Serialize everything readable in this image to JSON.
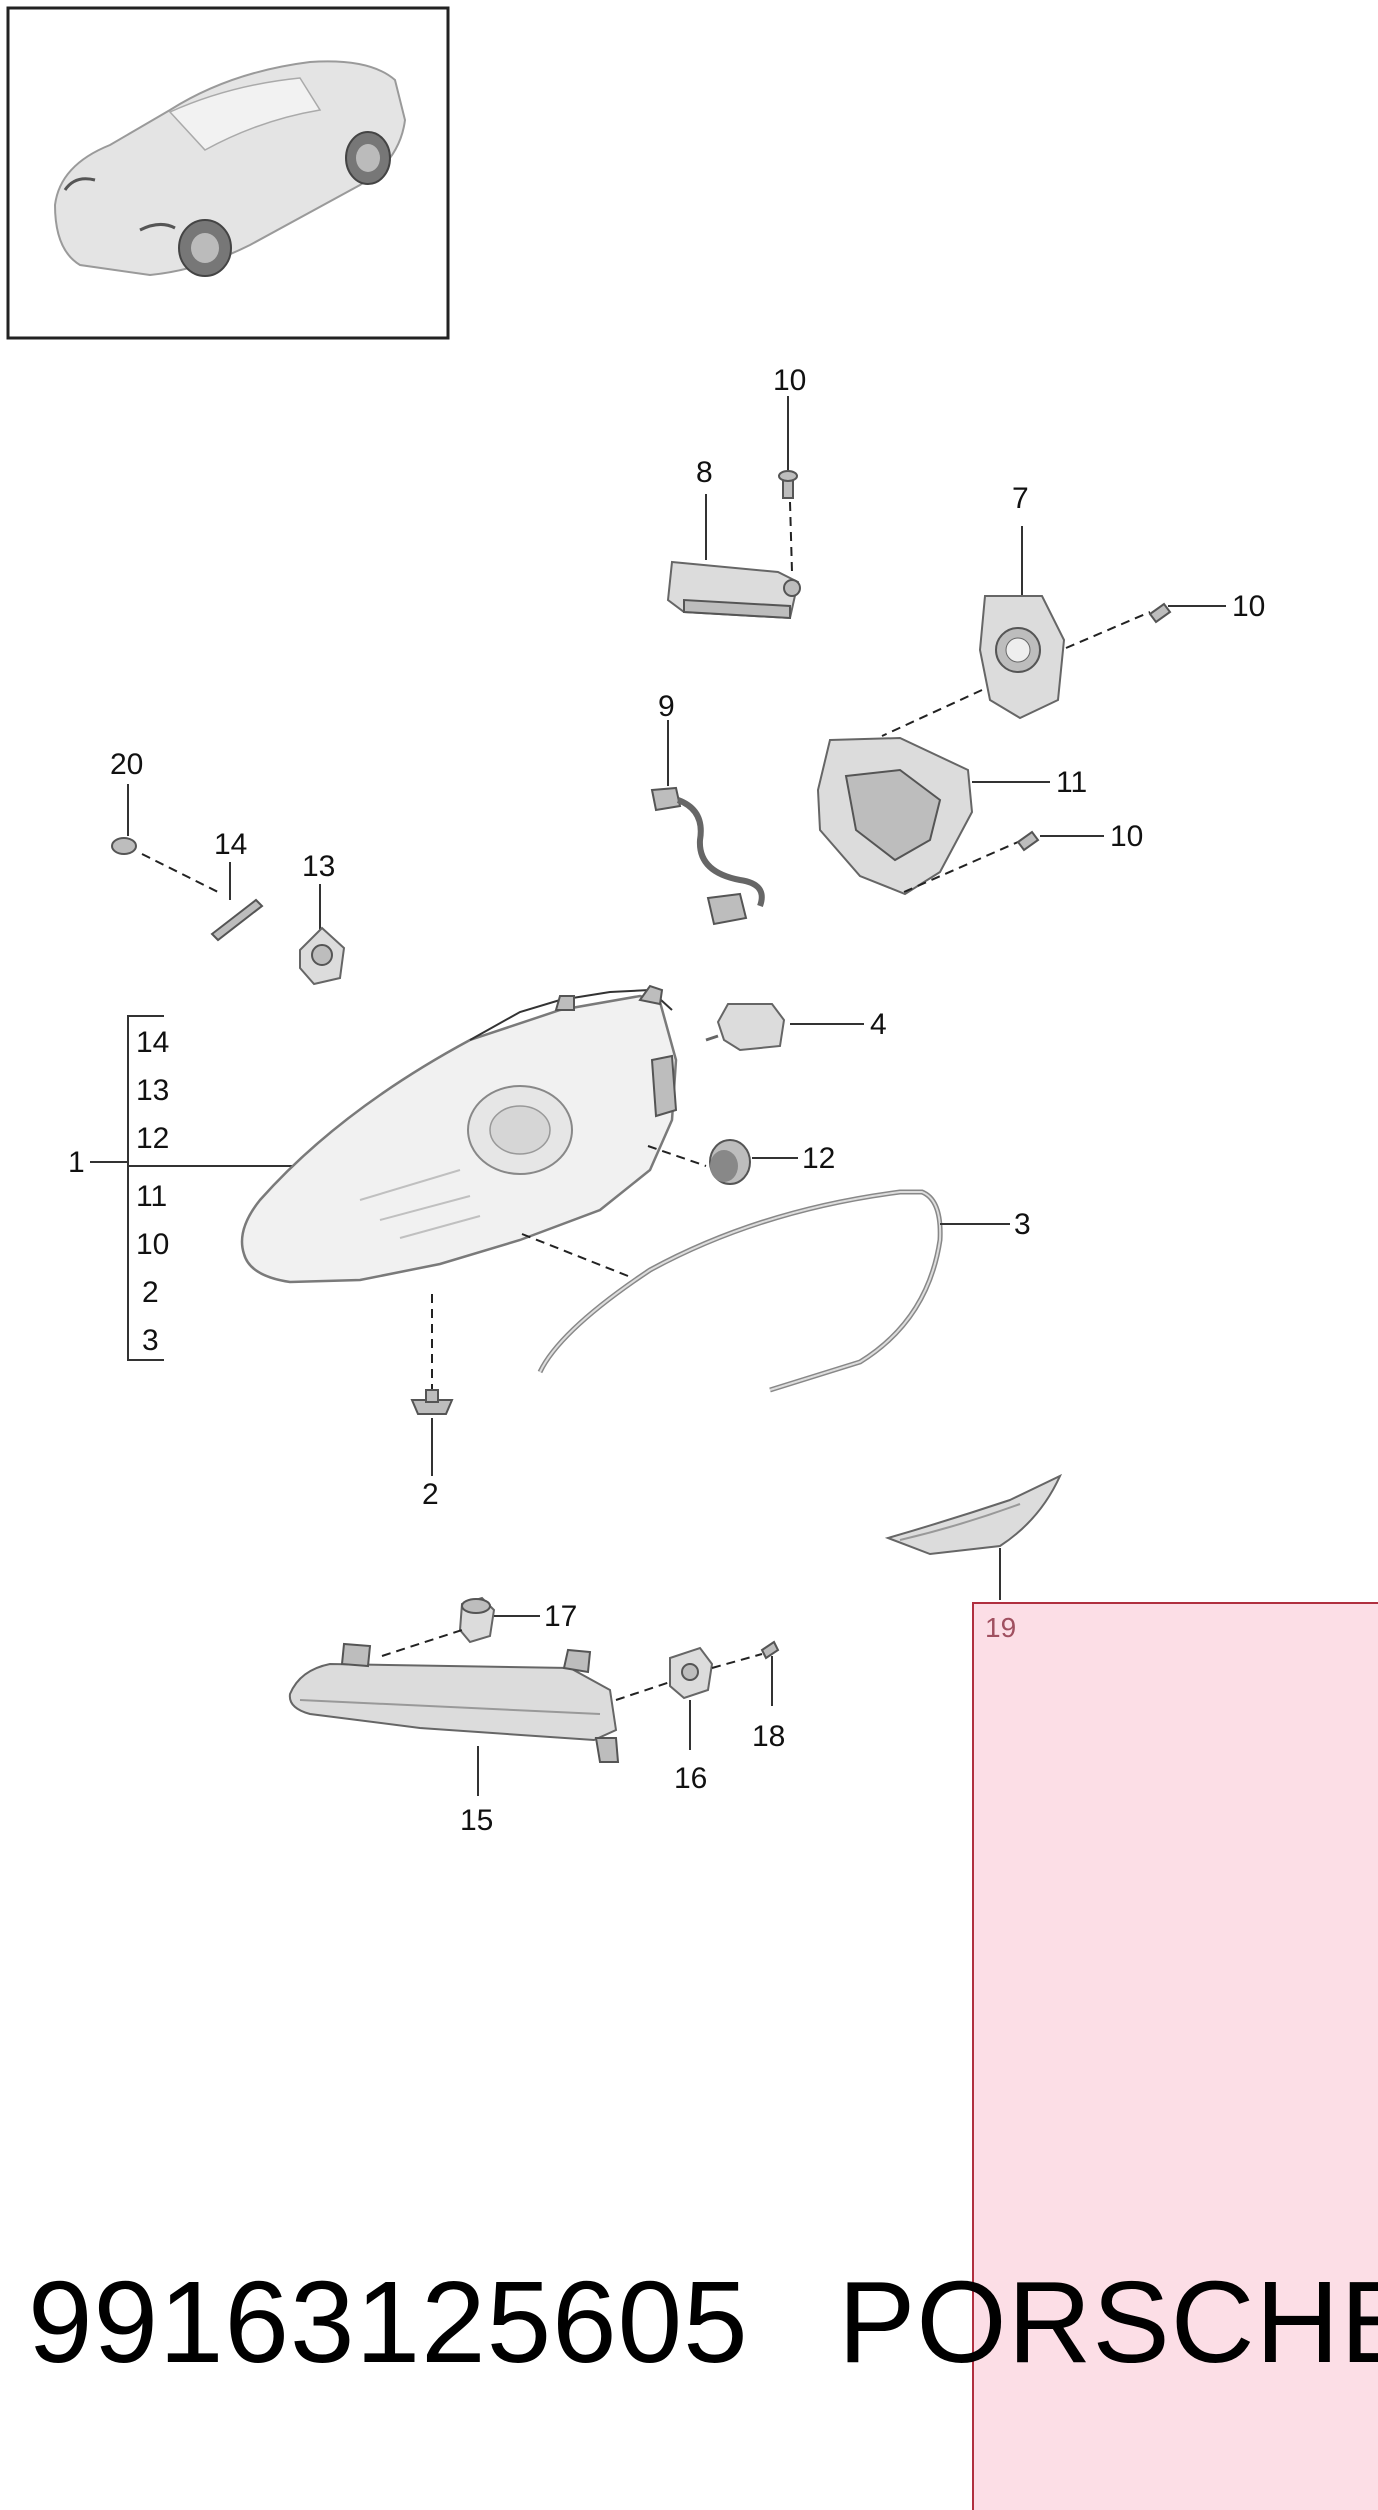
{
  "diagram": {
    "thumbnail_icon": "car-thumbnail-icon",
    "callouts": {
      "headlight_assembly": "1",
      "clip_2": "2",
      "seal_3": "3",
      "bulb_4": "4",
      "control_unit_7": "7",
      "control_unit_8": "8",
      "harness_9": "9",
      "screw_10_top": "10",
      "screw_10_right": "10",
      "screw_10_lower": "10",
      "bracket_11": "11",
      "cap_12": "12",
      "cap_13": "13",
      "strip_14": "14",
      "drl_15": "15",
      "socket_16": "16",
      "grommet_17": "17",
      "screw_18": "18",
      "trim_19": "19",
      "washer_20": "20"
    },
    "bracket_list": [
      "14",
      "13",
      "12",
      "11",
      "10",
      "2",
      "3"
    ]
  },
  "footer": {
    "part_number": "99163125605",
    "brand": "PORSCHE"
  },
  "colors": {
    "highlight_fill": "#fbd6de",
    "highlight_border": "#b03040"
  }
}
